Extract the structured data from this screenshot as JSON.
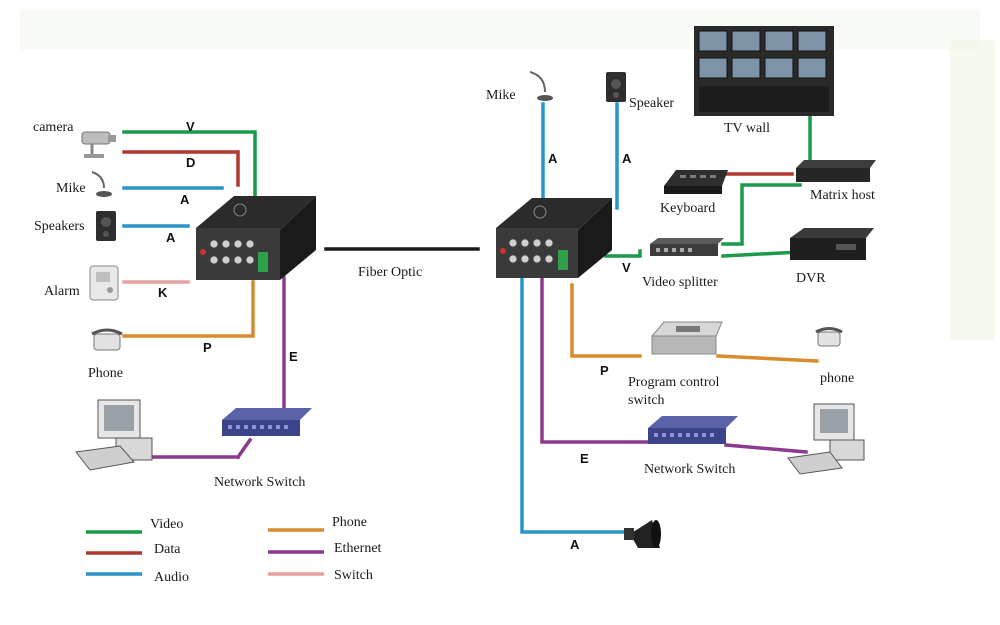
{
  "colors": {
    "video": "#1a9a4a",
    "data": "#b0392e",
    "audio": "#2a93c9",
    "phone": "#d98a2b",
    "ethernet": "#8a3a8f",
    "switch": "#e8a0a0",
    "fiber": "#1a1a1a"
  },
  "left_devices": {
    "camera": "camera",
    "mike": "Mike",
    "speakers": "Speakers",
    "alarm": "Alarm",
    "phone": "Phone",
    "network_switch": "Network Switch"
  },
  "center": {
    "fiber_label": "Fiber Optic"
  },
  "right_devices": {
    "mike": "Mike",
    "speaker": "Speaker",
    "tv_wall": "TV wall",
    "keyboard": "Keyboard",
    "matrix_host": "Matrix host",
    "video_splitter": "Video splitter",
    "dvr": "DVR",
    "program_control_switch": "Program control switch",
    "phone": "phone",
    "network_switch": "Network Switch"
  },
  "line_letters": {
    "v_left": "V",
    "d_left": "D",
    "a_mike_left": "A",
    "a_speakers_left": "A",
    "k_left": "K",
    "p_left": "P",
    "e_left": "E",
    "a_mike_right": "A",
    "a_speaker_right": "A",
    "v_right": "V",
    "p_right": "P",
    "e_right": "E",
    "a_horn_right": "A"
  },
  "legend": [
    {
      "label": "Video",
      "color_key": "video"
    },
    {
      "label": "Data",
      "color_key": "data"
    },
    {
      "label": "Audio",
      "color_key": "audio"
    },
    {
      "label": "Phone",
      "color_key": "phone"
    },
    {
      "label": "Ethernet",
      "color_key": "ethernet"
    },
    {
      "label": "Switch",
      "color_key": "switch"
    }
  ]
}
